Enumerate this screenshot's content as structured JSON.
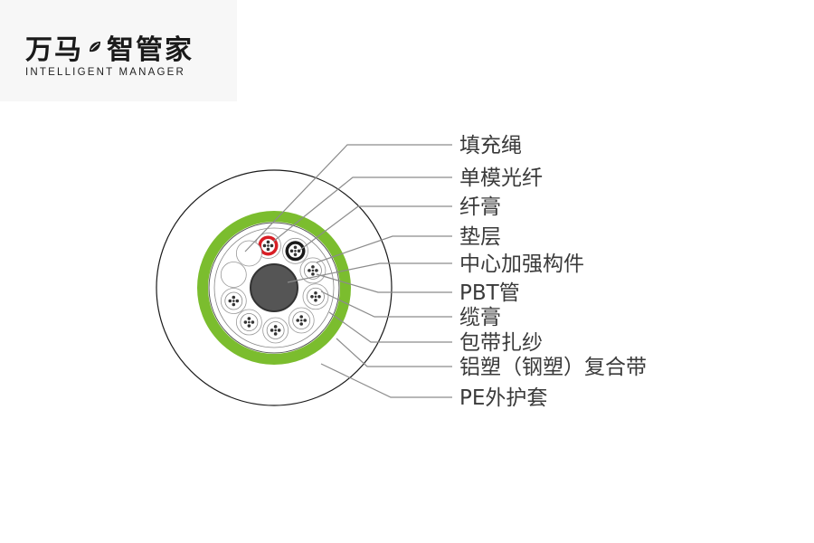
{
  "brand": {
    "name_part1": "万马",
    "name_part2": "智管家",
    "subtitle": "INTELLIGENT MANAGER"
  },
  "diagram": {
    "labels": [
      "填充绳",
      "单模光纤",
      "纤膏",
      "垫层",
      "中心加强构件",
      "PBT管",
      "缆膏",
      "包带扎纱",
      "铝塑（钢塑）复合带",
      "PE外护套"
    ]
  },
  "colors": {
    "armor_green": "#7bbd2e",
    "fiber_red": "#d81e25",
    "fiber_black": "#1a1a1a",
    "strength_member": "#555555",
    "leader_line": "#8c8c8c",
    "label_text": "#3a3a3a"
  }
}
